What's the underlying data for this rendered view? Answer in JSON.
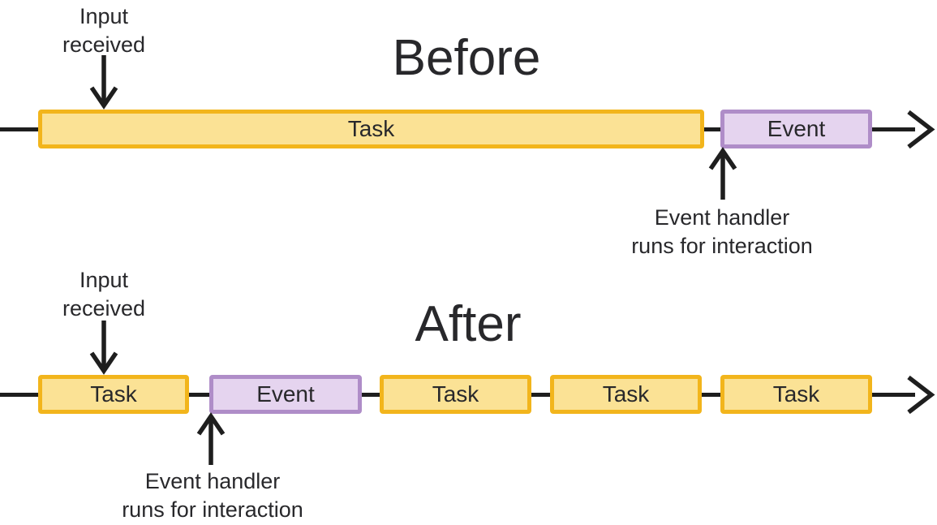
{
  "diagram": {
    "before": {
      "title": "Before",
      "input_label": "Input\nreceived",
      "handler_label": "Event handler\nruns for interaction",
      "segments": [
        {
          "type": "task",
          "label": "Task"
        },
        {
          "type": "event",
          "label": "Event"
        }
      ]
    },
    "after": {
      "title": "After",
      "input_label": "Input\nreceived",
      "handler_label": "Event handler\nruns for interaction",
      "segments": [
        {
          "type": "task",
          "label": "Task"
        },
        {
          "type": "event",
          "label": "Event"
        },
        {
          "type": "task",
          "label": "Task"
        },
        {
          "type": "task",
          "label": "Task"
        },
        {
          "type": "task",
          "label": "Task"
        }
      ]
    },
    "colors": {
      "task_fill": "#FBE295",
      "task_border": "#F2B51C",
      "event_fill": "#E5D4EF",
      "event_border": "#AF8DC8",
      "line": "#1E1E1E",
      "text": "#28282B"
    }
  }
}
